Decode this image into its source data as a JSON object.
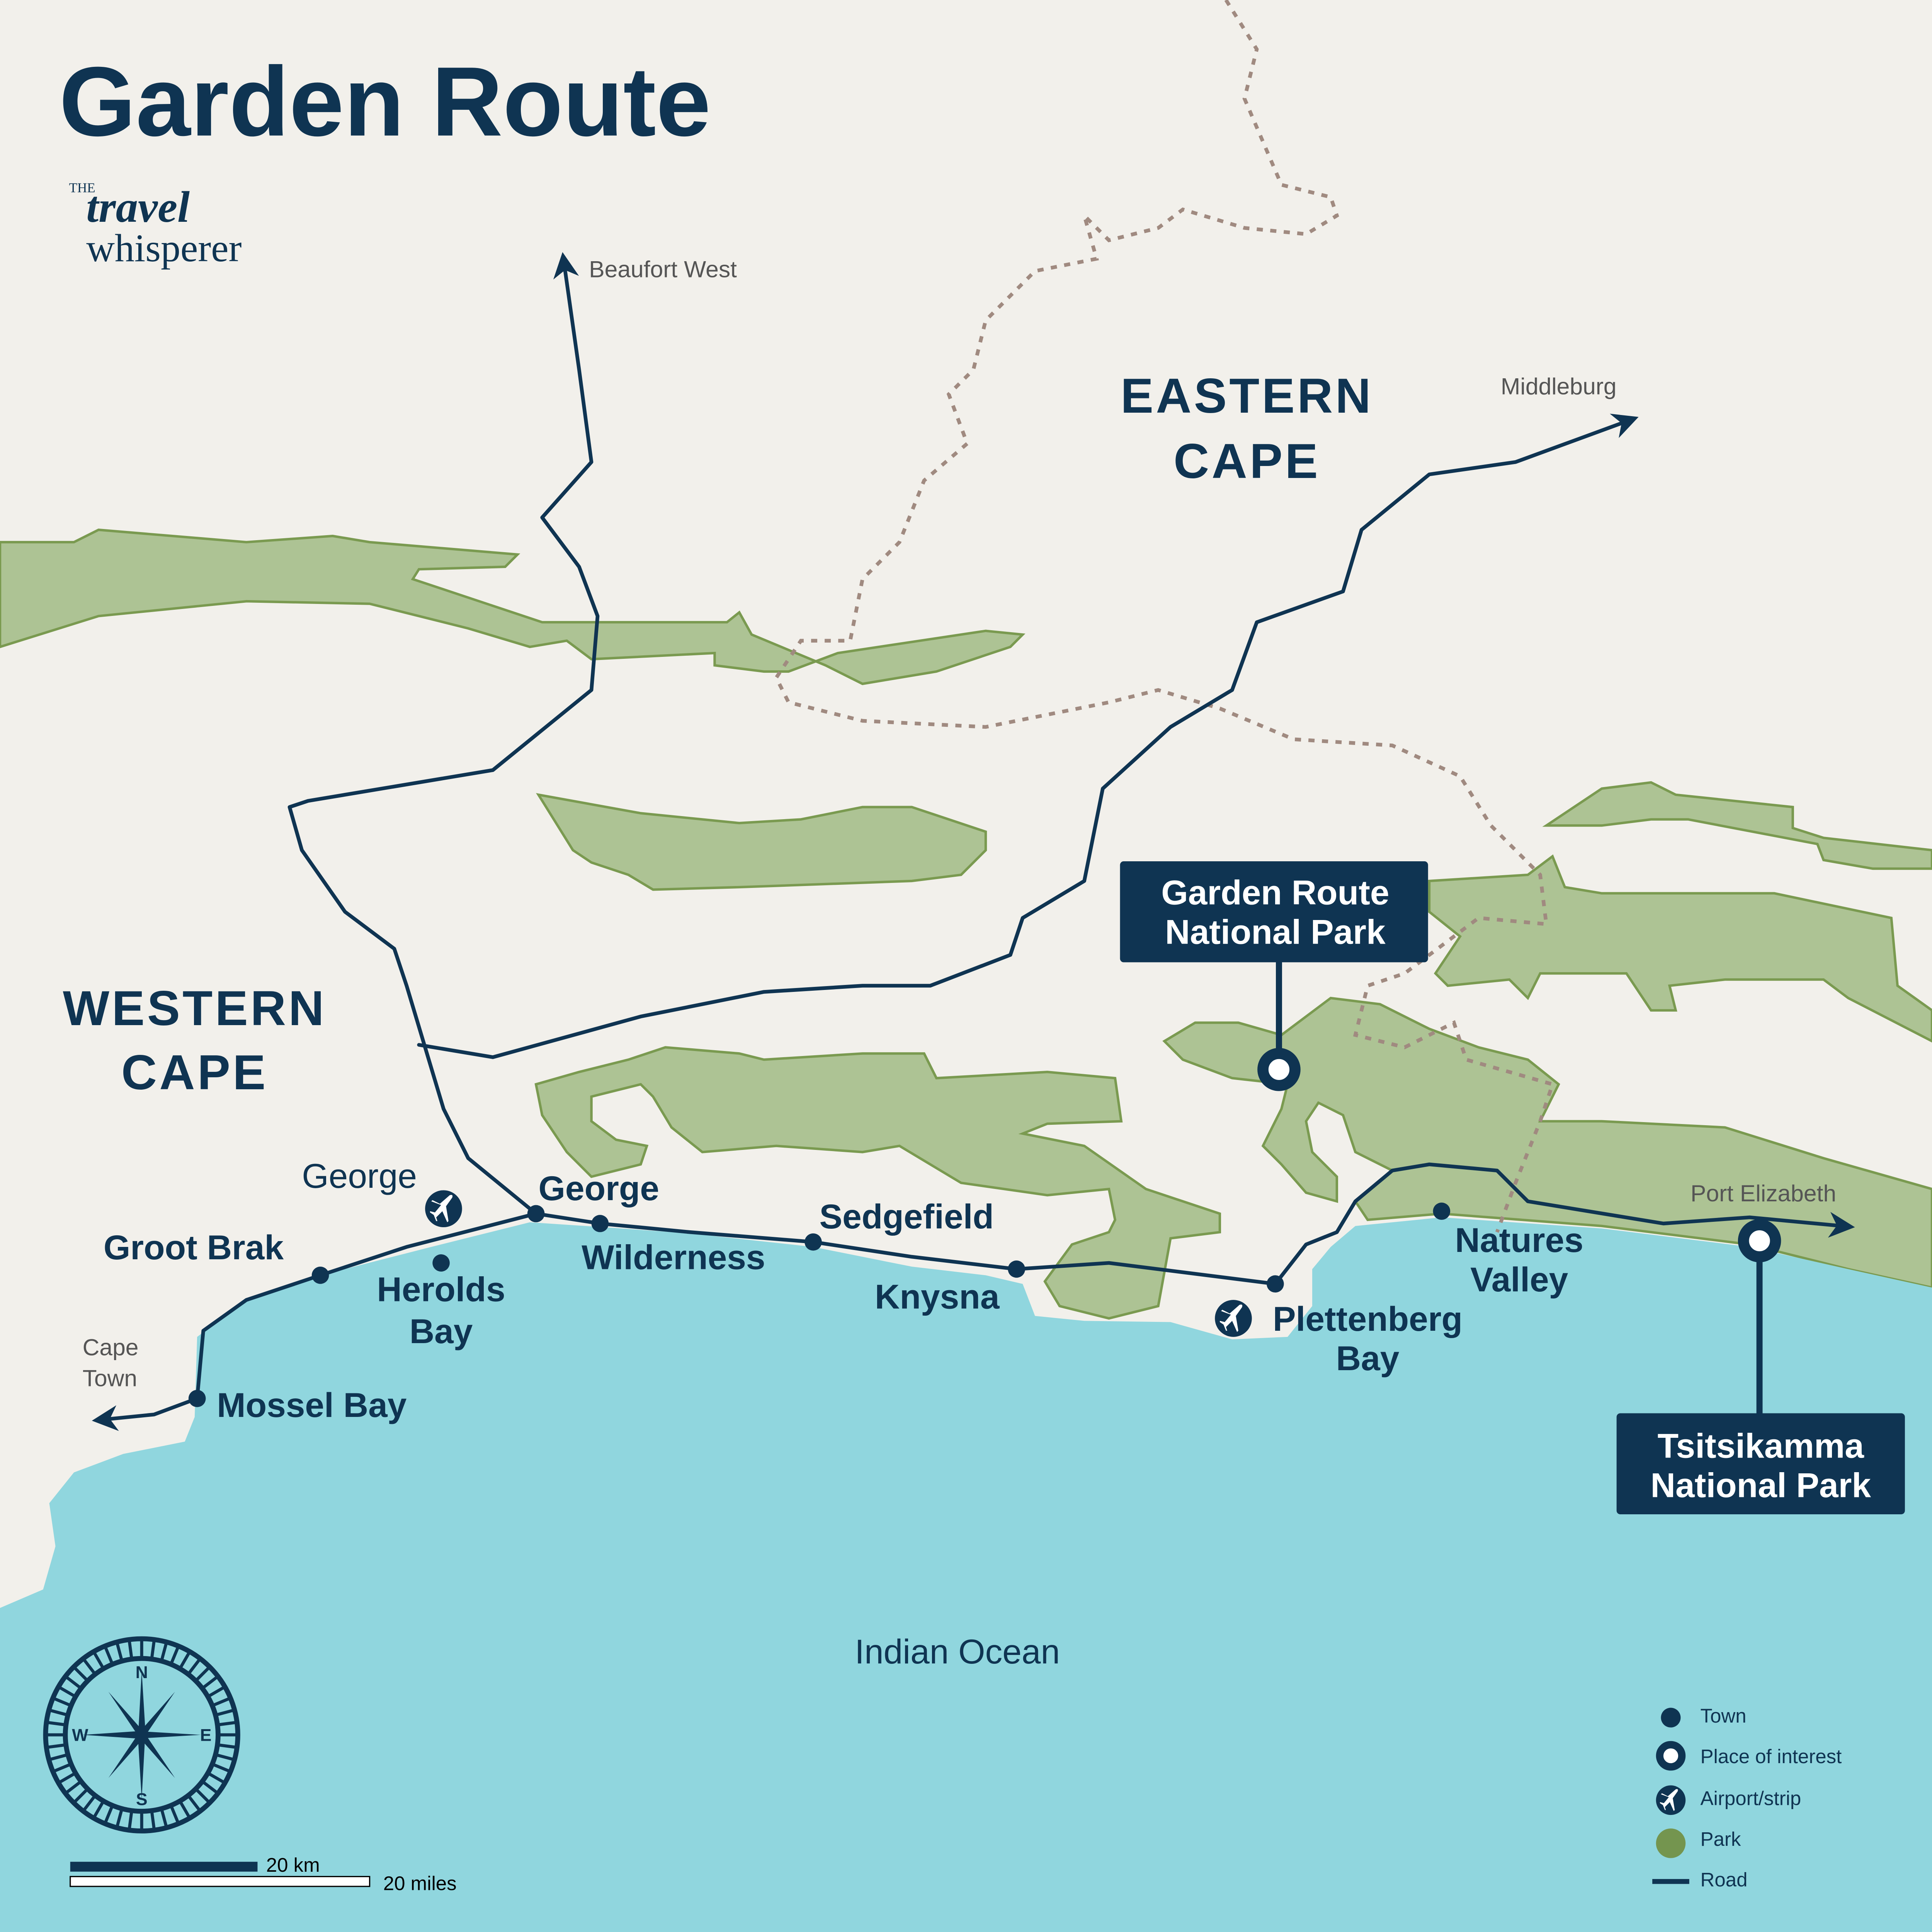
{
  "title": "Garden Route",
  "logo": {
    "line1": "THE",
    "line2": "travel",
    "line3": "whisperer"
  },
  "colors": {
    "land": "#f2f0eb",
    "ocean": "#90d6de",
    "park": "#adc394",
    "navy": "#0f3452",
    "border": "#a08a80"
  },
  "regions": {
    "western": [
      "WESTERN",
      "CAPE"
    ],
    "eastern": [
      "EASTERN",
      "CAPE"
    ]
  },
  "directions": {
    "beaufort_west": "Beaufort West",
    "middleburg": "Middleburg",
    "cape_town": [
      "Cape",
      "Town"
    ],
    "port_elizabeth": "Port Elizabeth"
  },
  "towns": {
    "mossel_bay": "Mossel Bay",
    "groot_brak": "Groot Brak",
    "herolds_bay": [
      "Herolds",
      "Bay"
    ],
    "george": "George",
    "wilderness": "Wilderness",
    "sedgefield": "Sedgefield",
    "knysna": "Knysna",
    "plettenberg_bay": [
      "Plettenberg",
      "Bay"
    ],
    "natures_valley": [
      "Natures",
      "Valley"
    ]
  },
  "airports": {
    "george": "George"
  },
  "places_of_interest": {
    "garden_route": [
      "Garden Route",
      "National Park"
    ],
    "tsitsikamma": [
      "Tsitsikamma",
      "National Park"
    ]
  },
  "ocean_label": "Indian Ocean",
  "compass": {
    "n": "N",
    "e": "E",
    "s": "S",
    "w": "W"
  },
  "scale": {
    "km": "20 km",
    "miles": "20 miles"
  },
  "legend": [
    {
      "icon": "town-dot",
      "label": "Town"
    },
    {
      "icon": "place-of-interest-ring",
      "label": "Place of interest"
    },
    {
      "icon": "airplane",
      "label": "Airport/strip"
    },
    {
      "icon": "park-circle",
      "label": "Park"
    },
    {
      "icon": "road-line",
      "label": "Road"
    }
  ]
}
